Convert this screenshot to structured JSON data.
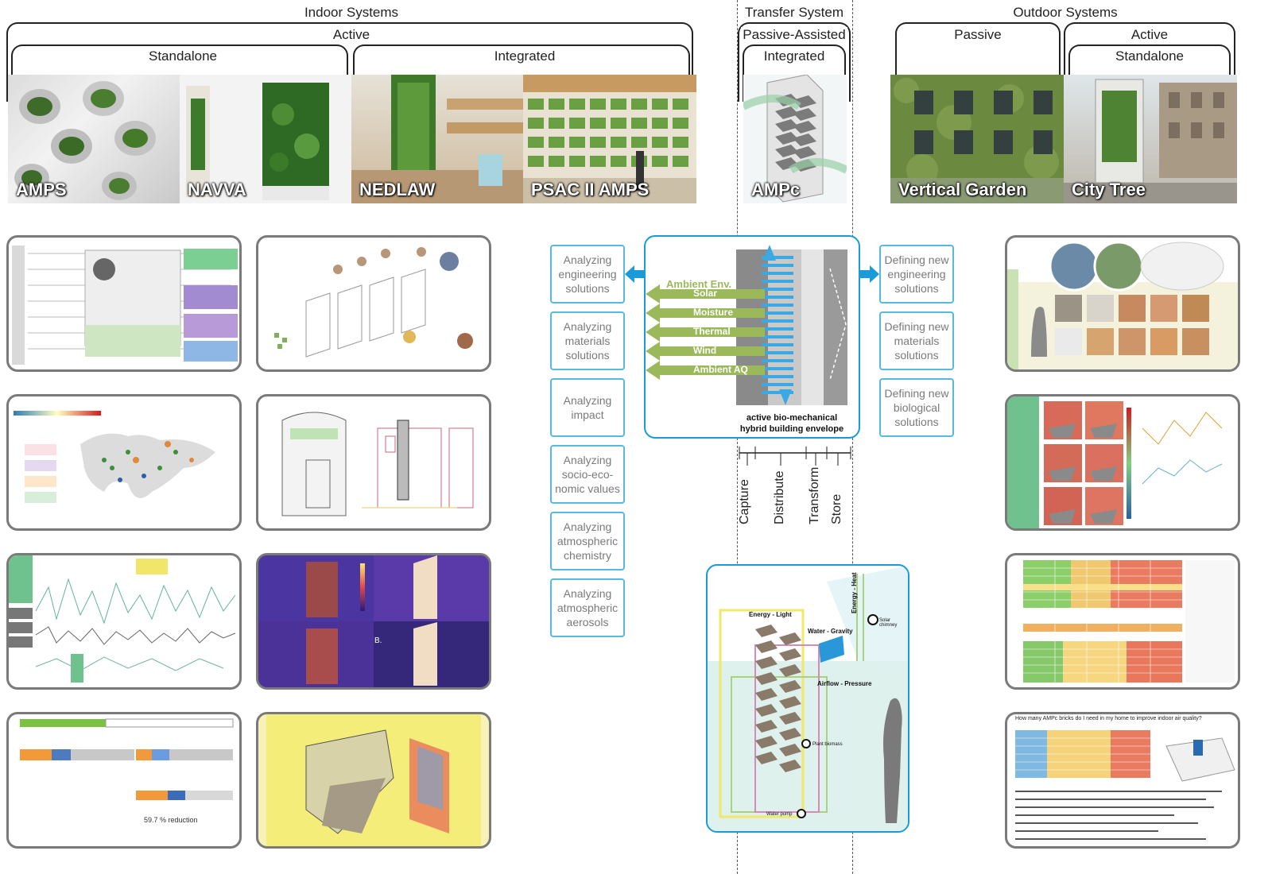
{
  "header": {
    "indoor": "Indoor Systems",
    "indoor_active": "Active",
    "standalone_left": "Standalone",
    "integrated_left": "Integrated",
    "transfer": "Transfer System",
    "passive_assisted": "Passive-Assisted",
    "integrated_mid": "Integrated",
    "outdoor": "Outdoor Systems",
    "passive": "Passive",
    "outdoor_active": "Active",
    "standalone_right": "Standalone"
  },
  "photos": {
    "amps": "AMPS",
    "navva": "NAVVA",
    "nedlaw": "NEDLAW",
    "psac": "PSAC II AMPS",
    "ampc": "AMPc",
    "vertical_garden": "Vertical Garden",
    "city_tree": "City Tree"
  },
  "analyzing": [
    "Analyzing engineering solutions",
    "Analyzing materials solutions",
    "Analyzing impact",
    "Analyzing socio-eco-nomic values",
    "Analyzing atmospheric chemistry",
    "Analyzing atmospheric aerosols"
  ],
  "defining": [
    "Defining new engineering solutions",
    "Defining new materials solutions",
    "Defining new biological solutions"
  ],
  "envelope": {
    "ambient_env": "Ambient Env.",
    "solar": "Solar",
    "moisture": "Moisture",
    "thermal": "Thermal",
    "wind": "Wind",
    "ambient_aq": "Ambient AQ",
    "caption_line1": "active bio-mechanical",
    "caption_line2": "hybrid building envelope"
  },
  "stages": [
    "Capture",
    "Distribute",
    "Transform",
    "Store"
  ],
  "detail": {
    "energy_light": "Energy - Light",
    "energy_heat": "Energy - Heat",
    "water_gravity": "Water - Gravity",
    "airflow_pressure": "Airflow - Pressure",
    "solar_chimney": "Solar chimney",
    "plant_mass": "Plant biomass",
    "water_pump": "Water pump"
  },
  "misc": {
    "reduction": "59.7 % reduction",
    "question": "How many AMPc bricks do I need in my home to improve indoor air quality?"
  },
  "colors": {
    "accent_blue": "#1a9ad6",
    "box_blue": "#57b8e0",
    "leaf_green": "#9bb85a",
    "panel_border": "#7a7a7a"
  }
}
